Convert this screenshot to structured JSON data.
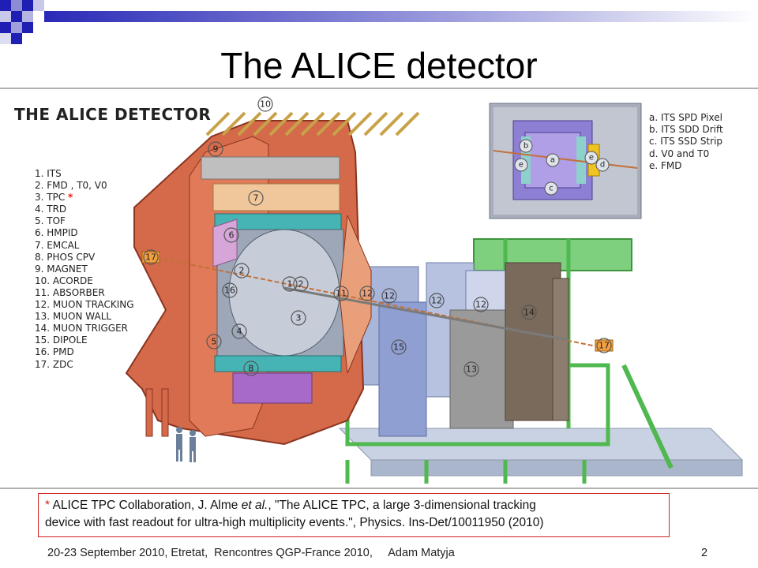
{
  "slide": {
    "title": "The ALICE detector",
    "page_number": "2"
  },
  "figure": {
    "title": "THE ALICE DETECTOR",
    "legend": [
      "1. ITS",
      "2. FMD , T0, V0",
      "3. TPC",
      "4. TRD",
      "5. TOF",
      "6. HMPID",
      "7. EMCAL",
      "8. PHOS CPV",
      "9. MAGNET",
      "10. ACORDE",
      "11. ABSORBER",
      "12. MUON TRACKING",
      "13. MUON WALL",
      "14. MUON TRIGGER",
      "15. DIPOLE",
      "16. PMD",
      "17. ZDC"
    ],
    "tpc_marker": "*",
    "inset_legend": [
      "a. ITS SPD Pixel",
      "b. ITS SDD Drift",
      "c. ITS SSD Strip",
      "d. V0 and T0",
      "e. FMD"
    ],
    "callouts": {
      "c1": "1",
      "c2a": "2",
      "c2b": "2",
      "c3": "3",
      "c4": "4",
      "c5": "5",
      "c6": "6",
      "c7": "7",
      "c8": "8",
      "c9": "9",
      "c10": "10",
      "c11": "11",
      "c12a": "12",
      "c12b": "12",
      "c12c": "12",
      "c12d": "12",
      "c13": "13",
      "c14": "14",
      "c15": "15",
      "c16": "16",
      "c17a": "17",
      "c17b": "17"
    },
    "inset_callouts": {
      "a": "a",
      "b": "b",
      "c": "c",
      "d": "d",
      "e1": "e",
      "e2": "e"
    }
  },
  "citation": {
    "marker": "*",
    "authors_pre": " ALICE TPC Collaboration, J. Alme ",
    "etal": "et al.",
    "line1_post": ", \"The ALICE TPC, a large 3-dimensional tracking",
    "line2": "device with fast readout for ultra-high multiplicity events.\", Physics. Ins-Det/10011950 (2010)"
  },
  "footer": {
    "text": "20-23 September 2010, Etretat,  Rencontres QGP-France 2010,     Adam Matyja"
  },
  "colors": {
    "accent_blue": "#1f1fb4",
    "magnet_red": "#d46a4a",
    "structure_green": "#4fb84f",
    "citation_border": "#d02020"
  }
}
